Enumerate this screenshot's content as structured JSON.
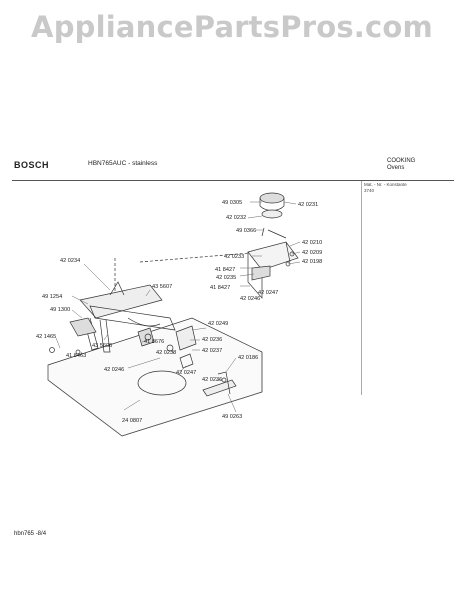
{
  "watermark": "AppliancePartsPros.com",
  "header": {
    "brand": "BOSCH",
    "model": "HBN765AUC - stainless",
    "category_line1": "COOKING",
    "category_line2": "Ovens",
    "column_line1": "Mat. - Nr. - Konstante",
    "column_line2": "3740"
  },
  "footer": "hbn765 -8/4",
  "parts": [
    {
      "id": "p1",
      "label": "49 0305"
    },
    {
      "id": "p2",
      "label": "42 0231"
    },
    {
      "id": "p3",
      "label": "42 0232"
    },
    {
      "id": "p4",
      "label": "49 0366"
    },
    {
      "id": "p5",
      "label": "42 0210"
    },
    {
      "id": "p6",
      "label": "42 0233"
    },
    {
      "id": "p7",
      "label": "42 0209"
    },
    {
      "id": "p8",
      "label": "42 0198"
    },
    {
      "id": "p9",
      "label": "41 8427"
    },
    {
      "id": "p10",
      "label": "42 0235"
    },
    {
      "id": "p11",
      "label": "41 8427"
    },
    {
      "id": "p12",
      "label": "42 0247"
    },
    {
      "id": "p13",
      "label": "42 0246"
    },
    {
      "id": "p14",
      "label": "42 0234"
    },
    {
      "id": "p15",
      "label": "43 5607"
    },
    {
      "id": "p16",
      "label": "49 1254"
    },
    {
      "id": "p17",
      "label": "49 1300"
    },
    {
      "id": "p18",
      "label": "42 1465"
    },
    {
      "id": "p19",
      "label": "43 5606"
    },
    {
      "id": "p20",
      "label": "41 8676"
    },
    {
      "id": "p21",
      "label": "41 8463"
    },
    {
      "id": "p22",
      "label": "42 0249"
    },
    {
      "id": "p23",
      "label": "42 0236"
    },
    {
      "id": "p24",
      "label": "42 0238"
    },
    {
      "id": "p25",
      "label": "42 0237"
    },
    {
      "id": "p26",
      "label": "42 0246"
    },
    {
      "id": "p27",
      "label": "42 0247"
    },
    {
      "id": "p28",
      "label": "42 0186"
    },
    {
      "id": "p29",
      "label": "42 0236"
    },
    {
      "id": "p30",
      "label": "24 0807"
    },
    {
      "id": "p31",
      "label": "49 0263"
    }
  ]
}
